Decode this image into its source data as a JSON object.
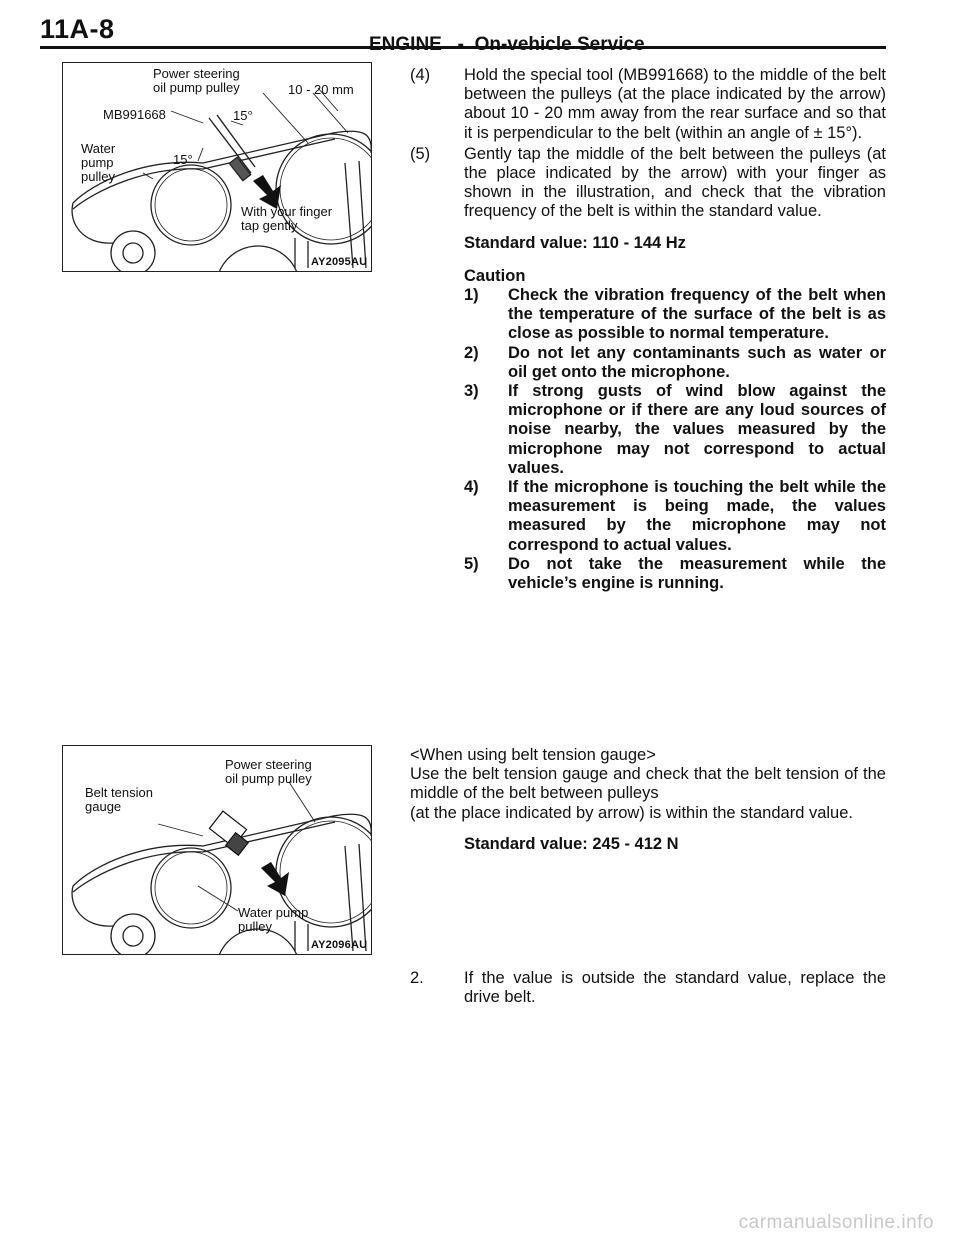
{
  "header": {
    "page_id": "11A-8",
    "section_title": "ENGINE   -  On-vehicle Service"
  },
  "figure1": {
    "labels": {
      "ps_pulley": "Power steering\noil pump pulley",
      "distance": "10  -  20 mm",
      "tool": "MB991668",
      "angle_upper": "15°",
      "angle_lower": "15°",
      "water_pump": "Water\npump\npulley",
      "tap": "With your finger\ntap gently"
    },
    "code": "AY2095AU"
  },
  "figure2": {
    "labels": {
      "ps_pulley": "Power steering\noil pump pulley",
      "gauge": "Belt tension\ngauge",
      "water_pump": "Water pump\npulley"
    },
    "code": "AY2096AU"
  },
  "steps": [
    {
      "num": "(4)",
      "text": "Hold the special tool (MB991668) to the middle of the belt between the pulleys (at the place indicated by the arrow) about 10 - 20 mm away from the rear surface and so that it is perpendicular to the belt (within an angle of ± 15°)."
    },
    {
      "num": "(5)",
      "text": "Gently tap the middle of the belt between the pulleys (at the place indicated by the arrow) with your finger as shown in the illustration, and check that the vibration frequency of the belt is within the standard value."
    }
  ],
  "standard_value_1": "Standard value: 110 - 144 Hz",
  "caution": {
    "title": "Caution",
    "items": [
      {
        "num": "1)",
        "text": "Check the vibration frequency of the belt when the temperature of the surface of the belt is as close as possible to normal temperature."
      },
      {
        "num": "2)",
        "text": "Do not let any contaminants such as water or oil get onto the microphone."
      },
      {
        "num": "3)",
        "text": "If strong gusts of wind blow against the microphone or if there are any loud sources of noise nearby, the values measured by the microphone may not correspond to actual values."
      },
      {
        "num": "4)",
        "text": "If the microphone is touching the belt while the measurement is being made, the values measured by the microphone may not correspond to actual values."
      },
      {
        "num": "5)",
        "text": "Do not take the measurement while the vehicle’s engine is running."
      }
    ]
  },
  "gauge_section": {
    "heading": "<When using belt tension gauge>",
    "line1": "Use the belt tension gauge and check that the belt tension of the middle of the belt between pulleys",
    "line2": "(at the place indicated by arrow) is within the standard value.",
    "standard_value": "Standard value: 245 - 412 N"
  },
  "closing": {
    "num": "2.",
    "text": "If the value is outside the standard value, replace the drive belt."
  },
  "watermark": "carmanualsonline.info"
}
